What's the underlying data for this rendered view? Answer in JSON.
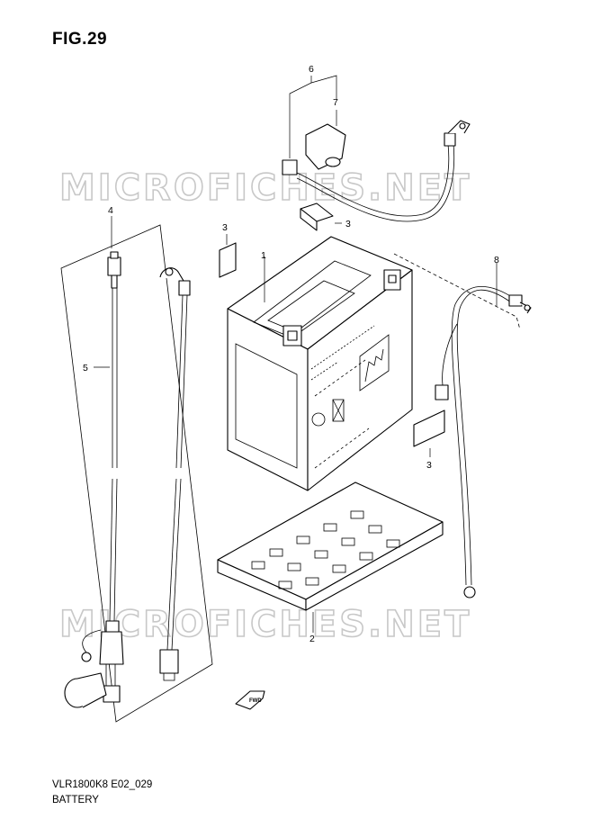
{
  "figure": {
    "title": "FIG.29",
    "model_code": "VLR1800K8 E02_029",
    "name": "BATTERY",
    "watermark": "MICROFICHES.NET",
    "direction_label": "FWD"
  },
  "callouts": [
    "1",
    "2",
    "3",
    "3",
    "3",
    "4",
    "5",
    "6",
    "7",
    "8"
  ],
  "colors": {
    "line": "#000000",
    "watermark": "#c8c8c8",
    "background": "#ffffff"
  }
}
